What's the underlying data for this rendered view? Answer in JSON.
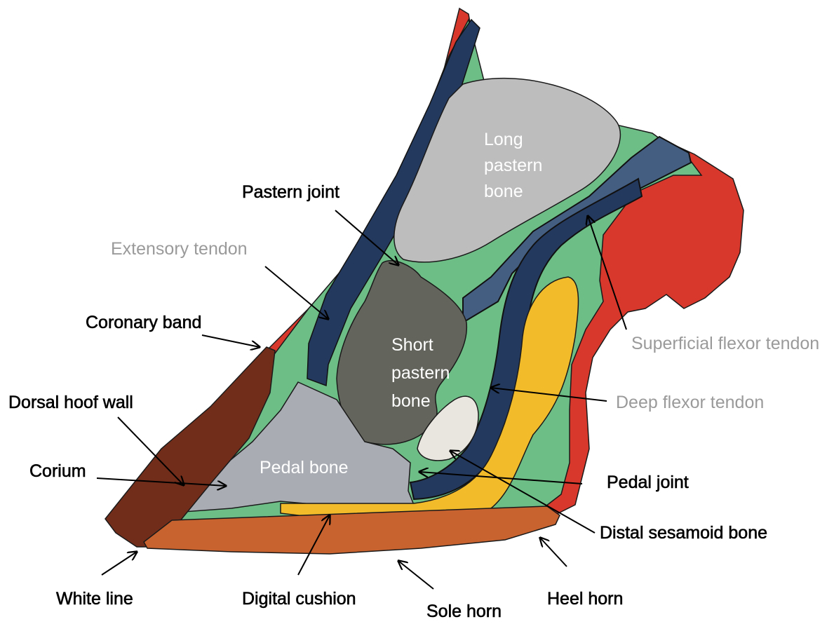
{
  "labels": {
    "pastern_joint": "Pastern joint",
    "extensory_tendon": "Extensory tendon",
    "coronary_band": "Coronary band",
    "dorsal_hoof_wall": "Dorsal hoof wall",
    "corium": "Corium",
    "white_line": "White line",
    "digital_cushion": "Digital cushion",
    "sole_horn": "Sole horn",
    "heel_horn": "Heel horn",
    "distal_sesamoid_bone": "Distal sesamoid bone",
    "pedal_joint": "Pedal joint",
    "deep_flexor_tendon": "Deep flexor tendon",
    "superficial_flexor_tendon": "Superficial flexor tendon"
  },
  "internal_labels": {
    "long_pastern_bone": [
      "Long",
      "pastern",
      "bone"
    ],
    "short_pastern_bone": [
      "Short",
      "pastern",
      "bone"
    ],
    "pedal_bone": "Pedal bone"
  },
  "colors": {
    "skin": "#d8382b",
    "tissue_green": "#6dbd86",
    "extensor_tendon": "#24395e",
    "deep_flexor": "#24395e",
    "superficial_flexor": "#445e82",
    "long_pastern_bone": "#bdbdbd",
    "short_pastern_bone": "#63645c",
    "pedal_bone": "#a9acb3",
    "navicular": "#e8e6df",
    "digital_cushion": "#f2bb2a",
    "hoof_wall": "#722d1a",
    "sole": "#c8622e",
    "outline": "#1a1a1a",
    "label_dark": "#000000",
    "label_grey": "#9a9a9a"
  }
}
